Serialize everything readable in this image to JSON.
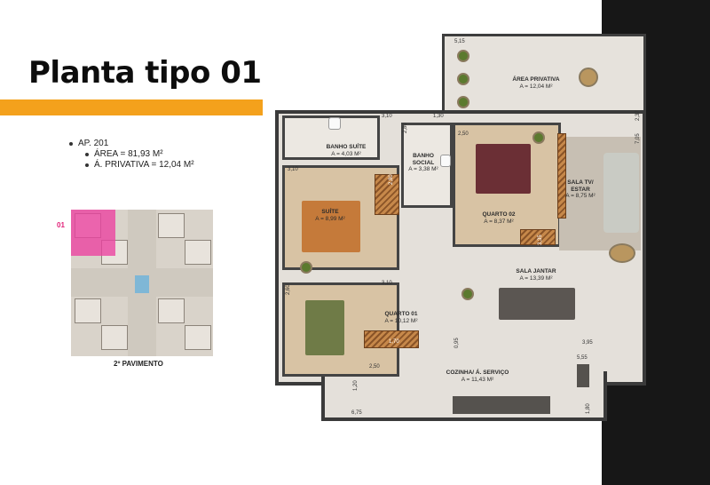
{
  "title": "Planta tipo 01",
  "specs": {
    "apartment": "AP. 201",
    "area": "ÁREA = 81,93 M²",
    "private_area": "Á. PRIVATIVA = 12,04 M²"
  },
  "key_plan": {
    "unit_number": "01",
    "floor_label": "2º PAVIMENTO"
  },
  "rooms": {
    "area_privativa": {
      "name": "ÁREA PRIVATIVA",
      "area": "A = 12,04 M²"
    },
    "banho_suite": {
      "name": "BANHO SUÍTE",
      "area": "A = 4,03 M²"
    },
    "banho_social": {
      "name1": "BANHO",
      "name2": "SOCIAL",
      "area": "A = 3,38 M²"
    },
    "suite": {
      "name": "SUÍTE",
      "area": "A = 8,99 M²"
    },
    "quarto02": {
      "name": "QUARTO 02",
      "area": "A = 8,37 M²"
    },
    "sala_tv": {
      "name1": "SALA TV/",
      "name2": "ESTAR",
      "area": "A = 8,75 M²"
    },
    "sala_jantar": {
      "name": "SALA JANTAR",
      "area": "A = 13,39 M²"
    },
    "quarto01": {
      "name": "QUARTO 01",
      "area": "A = 10,12 M²"
    },
    "cozinha": {
      "name": "COZINHA/ Á. SERVIÇO",
      "area": "A = 11,43 M²"
    }
  },
  "dimensions": {
    "d515": "5,15",
    "d310a": "3,10",
    "d130": "1,30",
    "d280a": "2,80",
    "d237": "2,37",
    "d250a": "2,50",
    "d705": "7,05",
    "d310b": "3,10",
    "d280b": "2,80",
    "d335": "3,35",
    "d310c": "3,10",
    "d260": "2,60",
    "d170": "1,70",
    "d395": "3,95",
    "d555": "5,55",
    "d120": "1,20",
    "d675": "6,75",
    "d180": "1,80",
    "d250b": "2,50",
    "d095": "0,95"
  },
  "colors": {
    "accent": "#f4a11c",
    "dark_band": "#171717",
    "key_highlight": "#ec40a0",
    "wall": "#3a3a3a",
    "wood": "#c6884a"
  }
}
